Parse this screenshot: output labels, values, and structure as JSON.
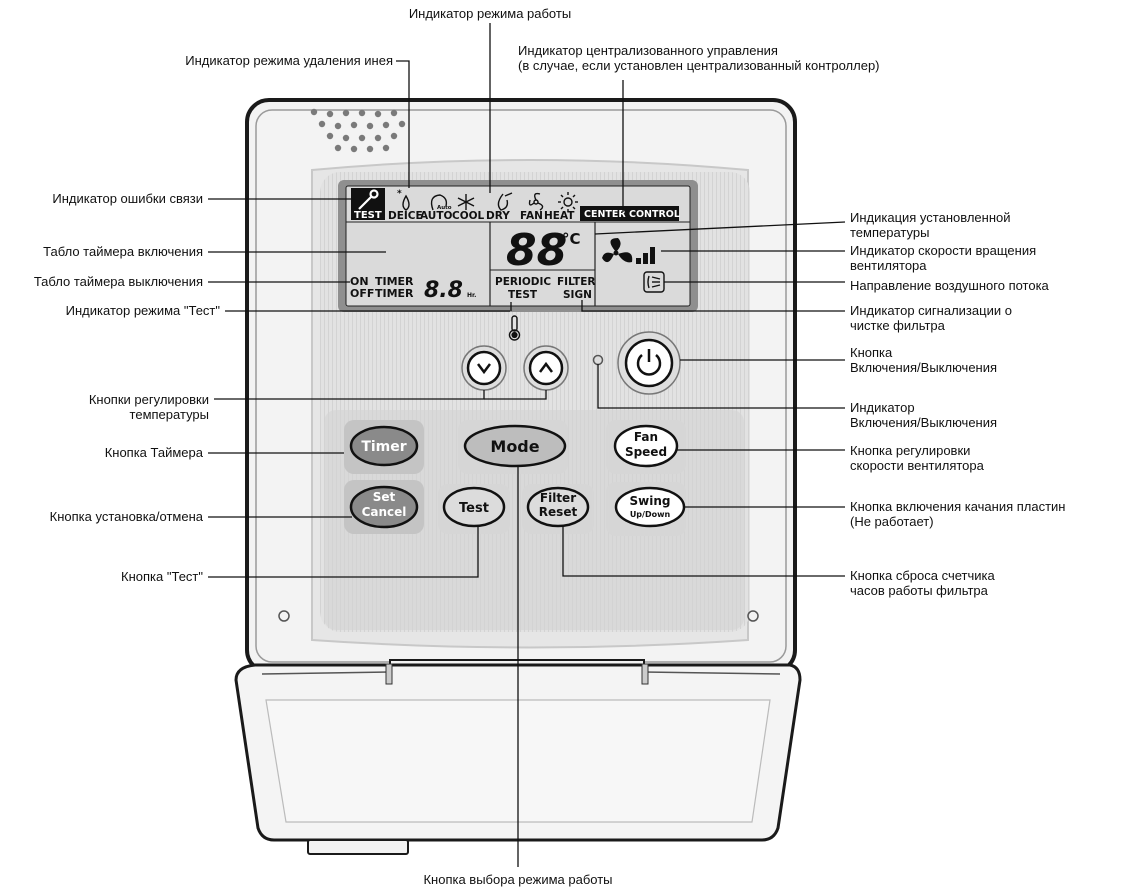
{
  "labels": {
    "mode_indicator": "Индикатор режима работы",
    "central_control_line1": "Индикатор централизованного управления",
    "central_control_line2": "(в случае, если установлен централизованный контроллер)",
    "defrost_indicator": "Индикатор режима удаления инея",
    "comm_error": "Индикатор ошибки связи",
    "on_timer": "Табло таймера включения",
    "off_timer": "Табло таймера выключения",
    "test_mode": "Индикатор режима \"Тест\"",
    "temp_buttons_line1": "Кнопки регулировки",
    "temp_buttons_line2": "температуры",
    "timer_button": "Кнопка Таймера",
    "set_cancel_button": "Кнопка установка/отмена",
    "test_button": "Кнопка \"Тест\"",
    "set_temp_line1": "Индикация установленной",
    "set_temp_line2": "температуры",
    "fan_speed_ind_line1": "Индикатор скорости вращения",
    "fan_speed_ind_line2": "вентилятора",
    "airflow": "Направление воздушного потока",
    "filter_sign_line1": "Индикатор сигнализации о",
    "filter_sign_line2": "чистке фильтра",
    "power_button_line1": "Кнопка",
    "power_button_line2": "Включения/Выключения",
    "power_indicator_line1": "Индикатор",
    "power_indicator_line2": "Включения/Выключения",
    "fan_speed_button_line1": "Кнопка регулировки",
    "fan_speed_button_line2": "скорости вентилятора",
    "swing_button_line1": "Кнопка включения качания пластин",
    "swing_button_line2": "(Не работает)",
    "filter_reset_line1": "Кнопка сброса счетчика",
    "filter_reset_line2": "часов работы фильтра",
    "mode_button": "Кнопка выбора режима работы"
  },
  "display": {
    "test": "TEST",
    "modes": [
      "DEICE",
      "AUTO",
      "COOL",
      "DRY",
      "FAN",
      "HEAT"
    ],
    "auto_small": "Auto",
    "center_control": "CENTER CONTROL",
    "temp_digits": "88",
    "temp_unit": "°C",
    "on": "ON",
    "off": "OFF",
    "timer": "TIMER",
    "timer_digits": "8.8",
    "hrs": "Hr.",
    "periodic": "PERIODIC",
    "test2": "TEST",
    "filter": "FILTER",
    "sign": "SIGN"
  },
  "buttons": {
    "timer": "Timer",
    "mode": "Mode",
    "fan_line1": "Fan",
    "fan_line2": "Speed",
    "set": "Set",
    "cancel": "Cancel",
    "test": "Test",
    "filter": "Filter",
    "reset": "Reset",
    "swing": "Swing",
    "updown": "Up/Down"
  },
  "colors": {
    "body": "#f2f2f2",
    "outline": "#1a1a1a",
    "panel": "#dcdcdc",
    "lcd": "#dadada",
    "button_dark": "#8a8a8a",
    "button_light": "#dedede"
  }
}
